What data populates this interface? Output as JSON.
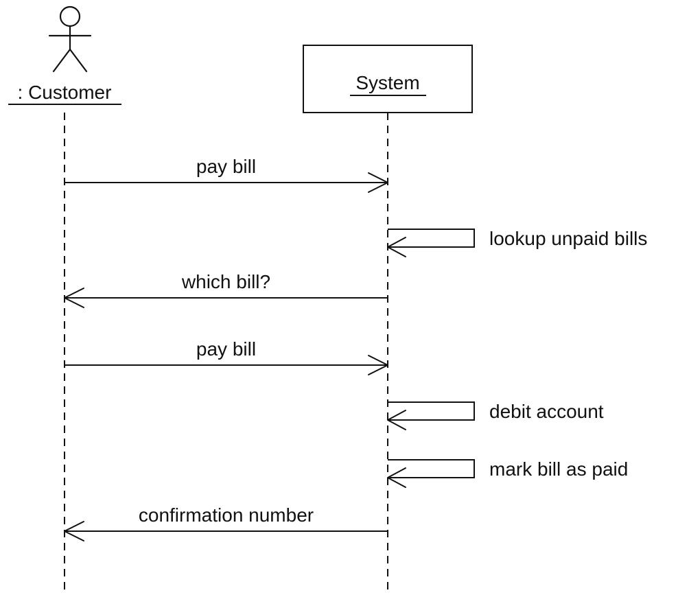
{
  "participants": [
    {
      "id": "customer",
      "label": ": Customer",
      "kind": "actor"
    },
    {
      "id": "system",
      "label": "System",
      "kind": "object"
    }
  ],
  "messages": [
    {
      "from": "customer",
      "to": "system",
      "label": "pay bill"
    },
    {
      "from": "system",
      "to": "system",
      "label": "lookup unpaid bills"
    },
    {
      "from": "system",
      "to": "customer",
      "label": "which bill?"
    },
    {
      "from": "customer",
      "to": "system",
      "label": "pay bill"
    },
    {
      "from": "system",
      "to": "system",
      "label": "debit account"
    },
    {
      "from": "system",
      "to": "system",
      "label": "mark bill as paid"
    },
    {
      "from": "system",
      "to": "customer",
      "label": "confirmation number"
    }
  ]
}
